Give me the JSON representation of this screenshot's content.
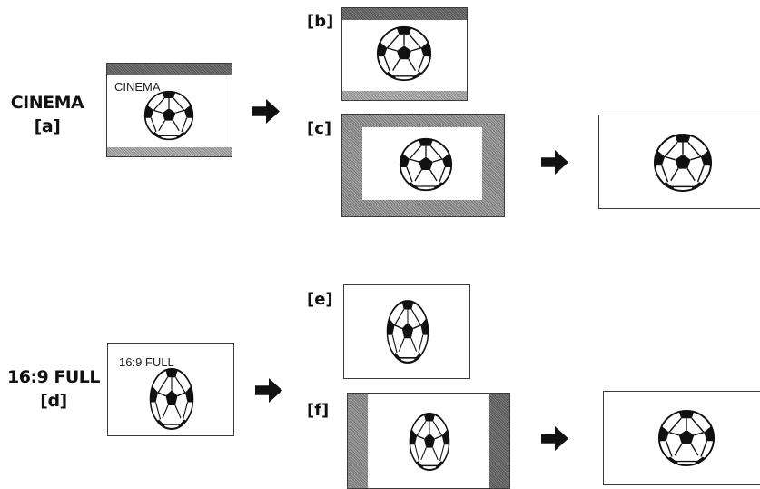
{
  "cinema": {
    "mode_label": "CINEMA",
    "mode_tag": "[a]",
    "osd_text": "CINEMA",
    "tag_b": "[b]",
    "tag_c": "[c]"
  },
  "full": {
    "mode_label": "16:9 FULL",
    "mode_tag": "[d]",
    "osd_text": "16:9 FULL",
    "tag_e": "[e]",
    "tag_f": "[f]"
  },
  "icons": {
    "arrow": "right-arrow-icon",
    "ball": "soccer-ball-icon"
  }
}
